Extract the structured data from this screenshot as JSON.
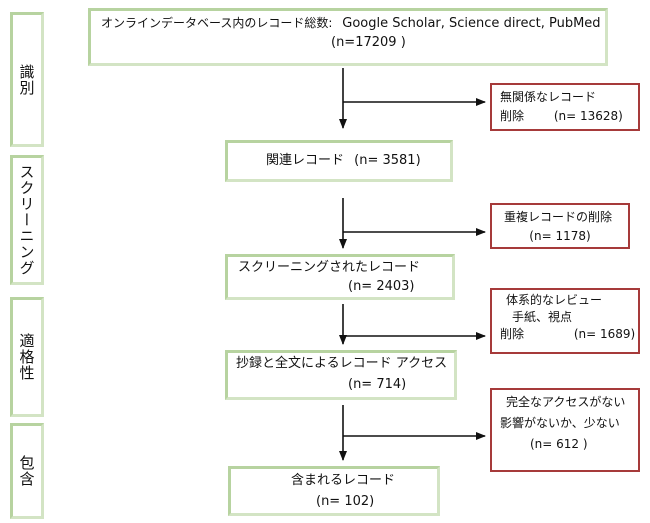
{
  "stages": [
    {
      "id": "identify",
      "label": "識別"
    },
    {
      "id": "screening",
      "label": "スクリーニング"
    },
    {
      "id": "eligibility",
      "label": "適格性"
    },
    {
      "id": "included",
      "label": "包含"
    }
  ],
  "boxes": {
    "total": {
      "line1": "オンラインデータベース内のレコード総数:",
      "sources": "Google  Scholar, Science direct, PubMed",
      "count": "(n=17209 )"
    },
    "relevant": {
      "label": "関連レコード",
      "count": "(n= 3581)"
    },
    "screened": {
      "label": "スクリーニングされたレコード",
      "count": "(n= 2403)"
    },
    "fulltext": {
      "label": "抄録と全文によるレコード アクセス",
      "count": "(n= 714)"
    },
    "included": {
      "label": "含まれるレコード",
      "count": "(n= 102)"
    }
  },
  "exclusions": {
    "irrelevant": {
      "line1": "無関係なレコード",
      "line2": "削除",
      "count": "(n= 13628)"
    },
    "duplicates": {
      "line1": "重複レコードの削除",
      "count": "(n= 1178)"
    },
    "reviews": {
      "line1": "体系的なレビュー",
      "line2": "手紙、視点",
      "line3": "削除",
      "count": "(n= 1689)"
    },
    "no_access": {
      "line1": "完全なアクセスがない",
      "line2": "影響がないか、少ない",
      "count": "(n= 612 )"
    }
  }
}
